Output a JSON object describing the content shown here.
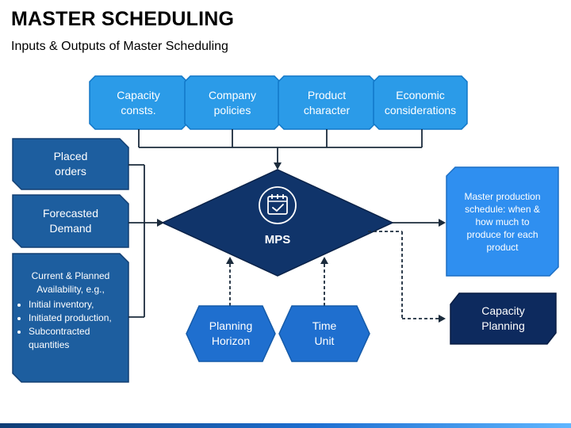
{
  "header": {
    "title": "MASTER SCHEDULING",
    "subtitle": "Inputs & Outputs of Master Scheduling"
  },
  "top_inputs": [
    {
      "line1": "Capacity",
      "line2": "consts."
    },
    {
      "line1": "Company",
      "line2": "policies"
    },
    {
      "line1": "Product",
      "line2": "character"
    },
    {
      "line1": "Economic",
      "line2": "considerations"
    }
  ],
  "left_inputs": {
    "placed": {
      "line1": "Placed",
      "line2": "orders"
    },
    "forecast": {
      "line1": "Forecasted",
      "line2": "Demand"
    },
    "availability": {
      "head1": "Current & Planned",
      "head2": "Availability, e.g.,",
      "bullets": [
        "Initial inventory,",
        "Initiated production,",
        "Subcontracted quantities"
      ]
    }
  },
  "center": {
    "label": "MPS",
    "icon": "calendar-check-icon"
  },
  "bottom_inputs": [
    {
      "line1": "Planning",
      "line2": "Horizon"
    },
    {
      "line1": "Time",
      "line2": "Unit"
    }
  ],
  "outputs": {
    "master": {
      "line1": "Master production",
      "line2": "schedule: when &",
      "line3": "how much to",
      "line4": "produce for each",
      "line5": "product"
    },
    "capacity": {
      "line1": "Capacity",
      "line2": "Planning"
    }
  },
  "colors": {
    "light_blue": "#2b9be8",
    "light_blue_border": "#1177c7",
    "mid_blue": "#1d5e9f",
    "dark_navy": "#0d2a5e",
    "bright_blue": "#2f8ff0",
    "connector": "#1b2b3c"
  }
}
